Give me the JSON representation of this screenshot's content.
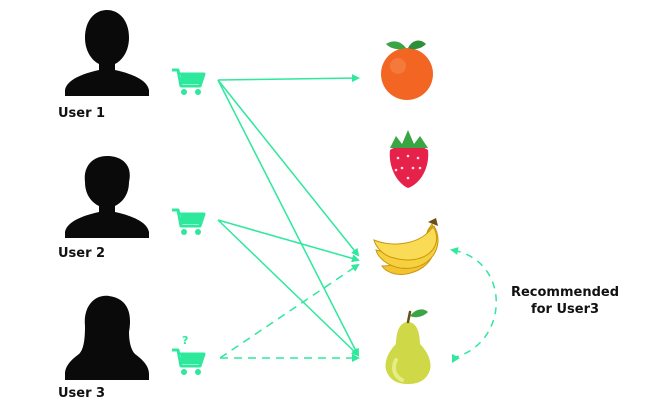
{
  "users": [
    {
      "label": "User 1"
    },
    {
      "label": "User 2"
    },
    {
      "label": "User 3"
    }
  ],
  "unknown_marker": "?",
  "recommendation": {
    "line1": "Recommended",
    "line2": "for User3"
  },
  "fruits": [
    "orange",
    "strawberry",
    "banana",
    "pear"
  ],
  "colors": {
    "arrow": "#2ee89c",
    "silhouette": "#0a0a0a",
    "text": "#111111"
  }
}
